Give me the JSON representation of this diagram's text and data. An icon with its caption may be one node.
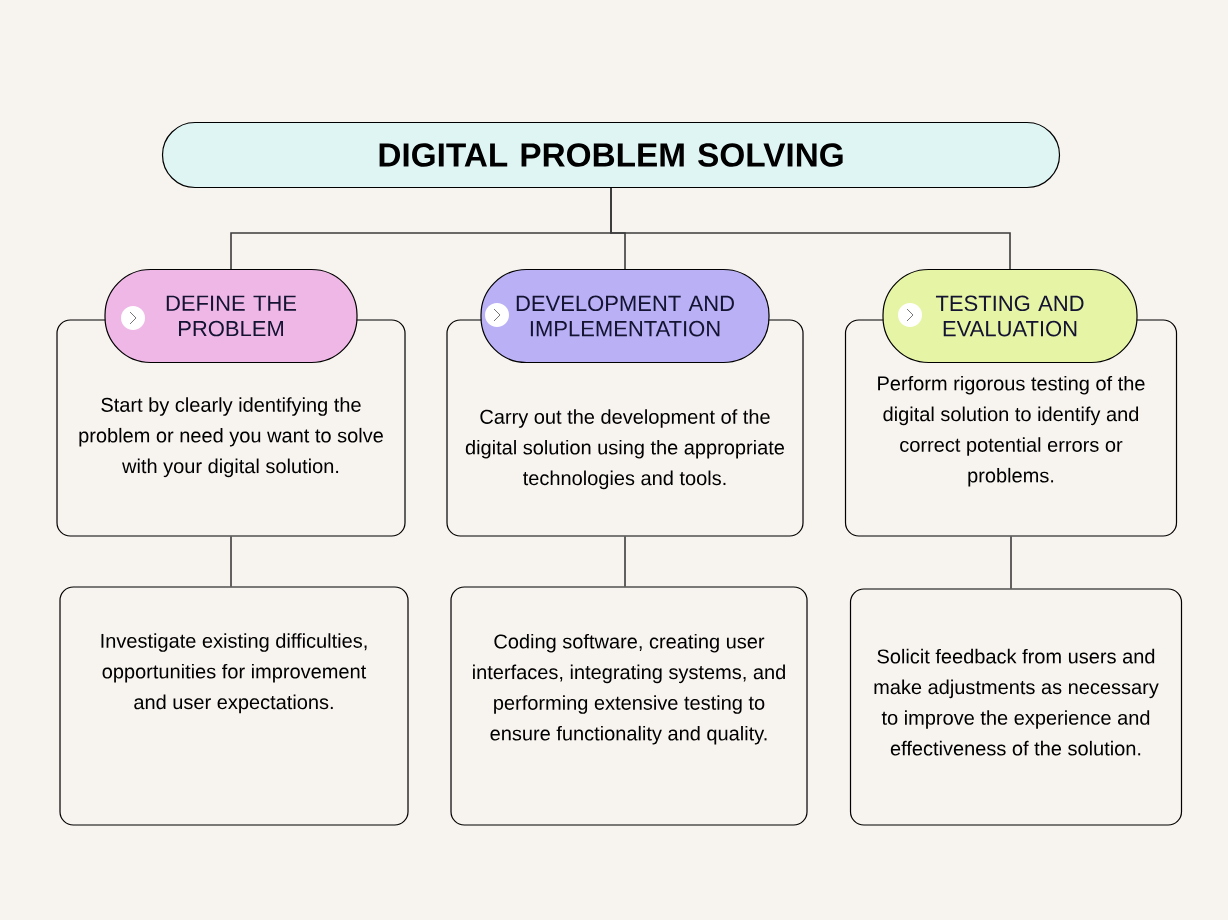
{
  "diagram": {
    "nodes": [
      {
        "text": [
          "DIGITAL PROBLEM SOLVING"
        ]
      },
      {
        "text": [
          "DEFINE THE PROBLEM"
        ]
      },
      {
        "text": [
          "Start by clearly identifying the problem or need you want to solve with your digital solution."
        ]
      },
      {
        "text": [
          "Investigate existing difficulties, opportunities for improvement and user expectations."
        ]
      },
      {
        "text": [
          "DEVELOPMENT AND IMPLEMENTATION"
        ]
      },
      {
        "text": [
          "Carry out the development of the digital solution using the appropriate technologies and tools."
        ]
      },
      {
        "text": [
          "Coding software, creating user interfaces, integrating systems, and performing extensive testing to ensure functionality and quality."
        ]
      },
      {
        "text": [
          "TESTING AND EVALUATION"
        ]
      },
      {
        "text": [
          "Perform rigorous testing of the digital solution to identify and correct potential errors or problems."
        ]
      },
      {
        "text": [
          "Solicit feedback from users and make adjustments as necessary to improve the experience and effectiveness of the solution."
        ]
      }
    ],
    "edges": [
      {
        "from": 0,
        "to": 1,
        "arrow": "none"
      },
      {
        "from": 0,
        "to": 4,
        "arrow": "none"
      },
      {
        "from": 0,
        "to": 7,
        "arrow": "none"
      },
      {
        "from": 2,
        "to": 3,
        "arrow": "none"
      },
      {
        "from": 5,
        "to": 6,
        "arrow": "none"
      },
      {
        "from": 8,
        "to": 9,
        "arrow": "none"
      }
    ]
  }
}
